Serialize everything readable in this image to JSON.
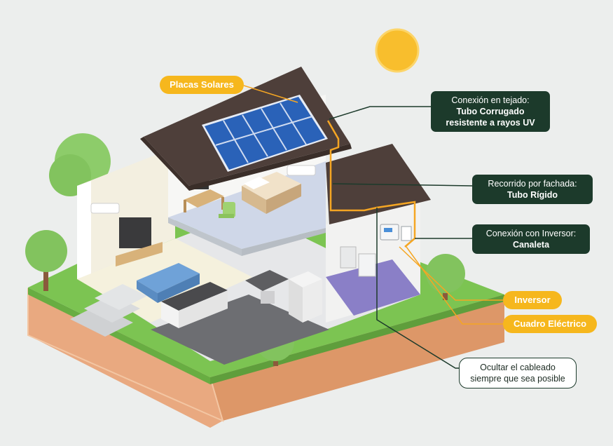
{
  "colors": {
    "background": "#eceeed",
    "label_yellow": "#f6b71d",
    "label_dark": "#1c3a2b",
    "wire_orange": "#f5a623",
    "roof": "#4e3f3a",
    "panel_blue": "#2a62b8",
    "grass": "#7cc452",
    "soil": "#e8a57a",
    "sun": "#f8be2d"
  },
  "icons": [
    "sun-icon",
    "solar-panel-icon",
    "inverter-icon",
    "electrical-panel-icon",
    "tree-icon"
  ],
  "labels": {
    "solar_panels": "Placas Solares",
    "roof_connection": {
      "line1": "Conexión en tejado:",
      "line2": "Tubo Corrugado",
      "line3": "resistente a rayos UV"
    },
    "facade_route": {
      "line1": "Recorrido por fachada:",
      "line2": "Tubo Rígido"
    },
    "inverter_connection": {
      "line1": "Conexión con Inversor:",
      "line2": "Canaleta"
    },
    "inverter": "Inversor",
    "electrical_panel": "Cuadro Eléctrico",
    "hide_wiring": {
      "line1": "Ocultar el cableado",
      "line2": "siempre que sea posible"
    }
  }
}
